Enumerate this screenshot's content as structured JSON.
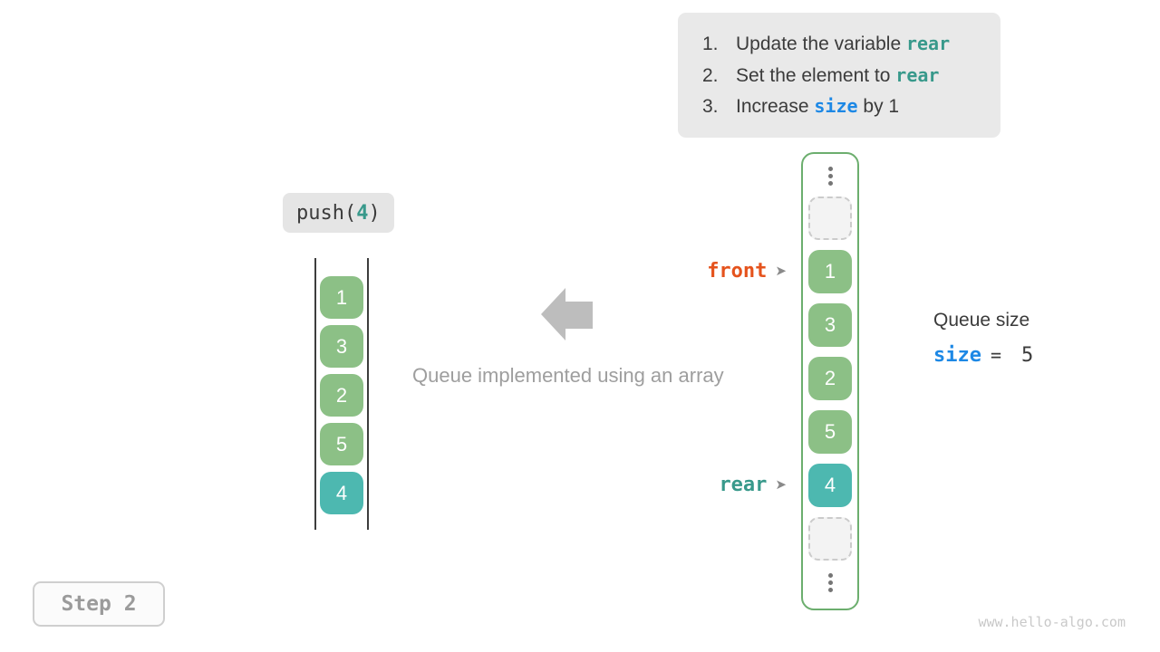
{
  "colors": {
    "code-teal": "#38998b",
    "code-blue": "#1d88e5",
    "pointer-orange": "#e5531d",
    "cell-green": "#8cc086",
    "cell-teal": "#4db8b0",
    "container-green": "#6cae6e",
    "panel-gray": "#e9e9e9",
    "panel-gray2": "#e5e5e5",
    "text-dark": "#3b3b3b",
    "text-gray": "#9e9e9e",
    "arrow-gray": "#bdbdbd"
  },
  "instructions": {
    "steps": [
      {
        "num": "1.",
        "pre": "Update the variable ",
        "code": "rear",
        "post": ""
      },
      {
        "num": "2.",
        "pre": "Set the element to ",
        "code": "rear",
        "post": ""
      },
      {
        "num": "3.",
        "pre": "Increase ",
        "code": "size",
        "post": " by 1",
        "is_blue": true
      }
    ]
  },
  "operation": {
    "prefix": "push(",
    "arg": "4",
    "suffix": ")"
  },
  "left_array": {
    "cells": [
      {
        "value": "1"
      },
      {
        "value": "3"
      },
      {
        "value": "2"
      },
      {
        "value": "5"
      },
      {
        "value": "4",
        "highlight": true
      }
    ]
  },
  "right_array": {
    "cells": [
      {
        "empty": true
      },
      {
        "value": "1"
      },
      {
        "value": "3"
      },
      {
        "value": "2"
      },
      {
        "value": "5"
      },
      {
        "value": "4",
        "highlight": true
      },
      {
        "empty": true
      }
    ]
  },
  "pointers": {
    "front_label": "front",
    "rear_label": "rear"
  },
  "icons": {
    "pointer_arrow": "➤"
  },
  "caption": "Queue implemented using an array",
  "queue_size": {
    "title": "Queue size",
    "var": "size",
    "equals": "=",
    "value": "5"
  },
  "step_badge": "Step 2",
  "watermark": "www.hello-algo.com"
}
